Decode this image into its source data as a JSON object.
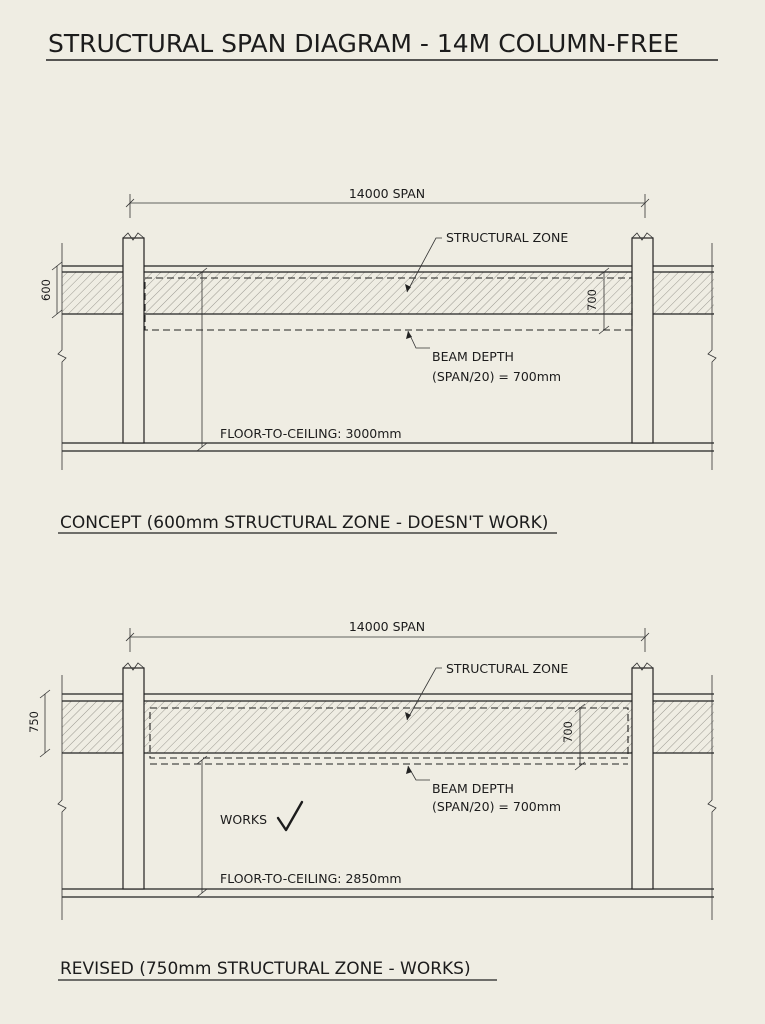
{
  "title": "STRUCTURAL SPAN DIAGRAM - 14M COLUMN-FREE",
  "diagrams": [
    {
      "span_label": "14000 SPAN",
      "zone_label": "STRUCTURAL ZONE",
      "zone_depth": "600",
      "beam_depth_dim": "700",
      "beam_label_1": "BEAM DEPTH",
      "beam_label_2": "(SPAN/20) = 700mm",
      "floor_to_ceiling": "FLOOR-TO-CEILING: 3000mm",
      "status": "",
      "caption": "CONCEPT (600mm STRUCTURAL ZONE - DOESN'T WORK)"
    },
    {
      "span_label": "14000 SPAN",
      "zone_label": "STRUCTURAL ZONE",
      "zone_depth": "750",
      "beam_depth_dim": "700",
      "beam_label_1": "BEAM DEPTH",
      "beam_label_2": "(SPAN/20) = 700mm",
      "floor_to_ceiling": "FLOOR-TO-CEILING: 2850mm",
      "status": "WORKS",
      "caption": "REVISED (750mm STRUCTURAL ZONE - WORKS)"
    }
  ]
}
